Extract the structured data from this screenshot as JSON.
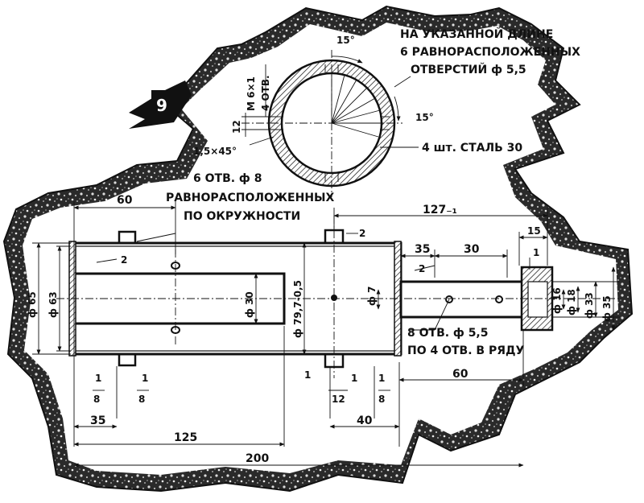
{
  "figure_number": "9",
  "section_view": {
    "note_line1": "НА УКАЗАННОЙ ДЛИНЕ",
    "note_line2": "6 РАВНОРАСПОЛОЖЕННЫХ",
    "note_line3": "ОТВЕРСТИЙ ф 5,5",
    "angle_top": "15°",
    "angle_right": "15°",
    "thread_spec": "М 6×1",
    "thread_holes": "4 ОТВ.",
    "depth": "12",
    "chamfer": "1,5×45°",
    "material": "4 шт. СТАЛЬ 30"
  },
  "main_view": {
    "holes_line1": "6 ОТВ. ф 8",
    "holes_line2": "РАВНОРАСПОЛОЖЕННЫХ",
    "holes_line3": "ПО ОКРУЖНОСТИ",
    "dim_60_top": "60",
    "dim_127": "127₋₁",
    "dim_15": "15",
    "dim_35_right": "35",
    "dim_30_right": "30",
    "dim_1_right": "1",
    "weld_2a": "2",
    "weld_2b": "2",
    "weld_2c": "2",
    "dia_65": "ф 65",
    "dia_63": "ф 63",
    "dia_30": "ф 30",
    "dia_79": "ф 79,7-0,5",
    "dia_7": "ф 7",
    "dia_16": "ф 16",
    "dia_18": "ф 18",
    "dia_33": "ф 33",
    "dia_35": "ф 35",
    "holes8_line1": "8 ОТВ. ф 5,5",
    "holes8_line2": "ПО 4 ОТВ. В РЯДУ",
    "dim_8a": "8",
    "dim_8b": "8",
    "dim_8c": "8",
    "dim_1a": "1",
    "dim_1b": "1",
    "dim_1c": "1",
    "dim_1d": "1",
    "dim_1e": "1",
    "dim_12": "12",
    "dim_60_bottom": "60",
    "dim_35_bottom": "35",
    "dim_40": "40",
    "dim_125": "125",
    "dim_200": "200"
  }
}
